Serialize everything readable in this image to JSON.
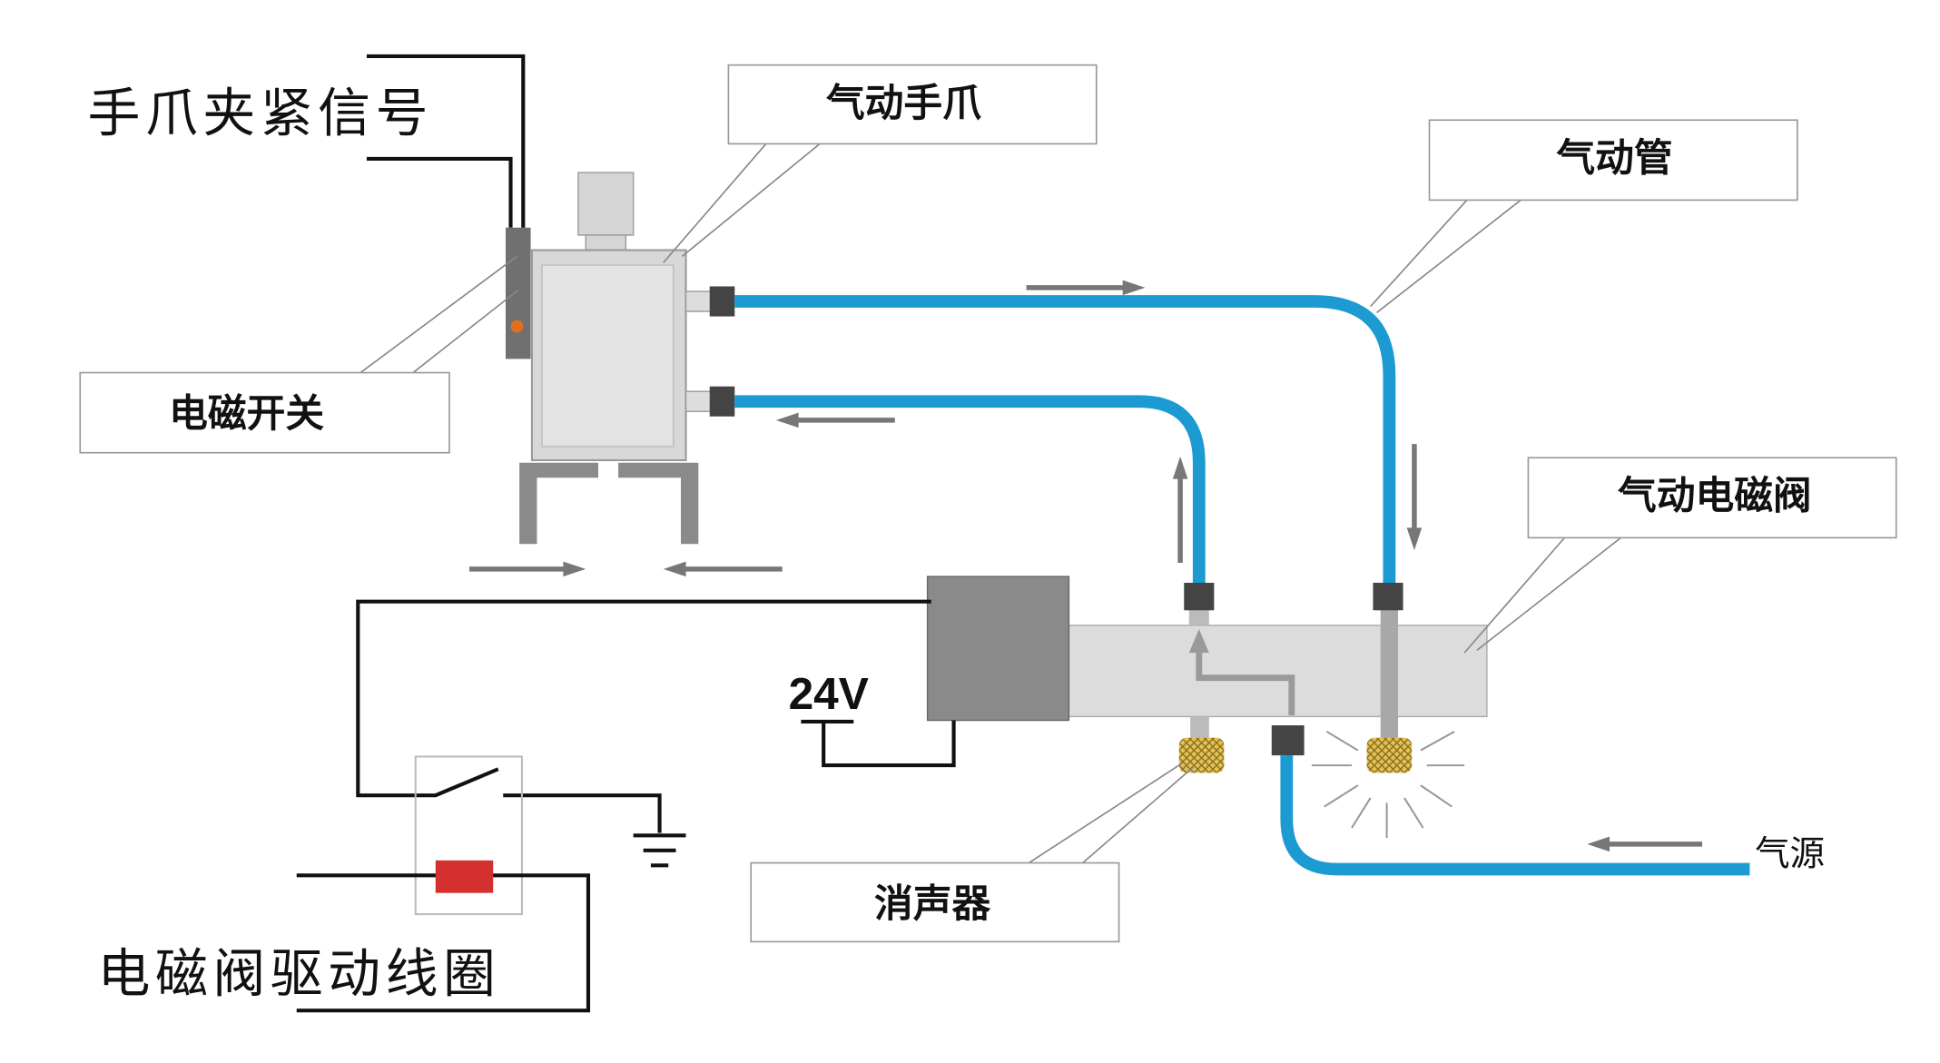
{
  "labels": {
    "clamp_signal": "手爪夹紧信号",
    "solenoid_coil": "电磁阀驱动线圈",
    "voltage": "24V",
    "air_source": "气源"
  },
  "callouts": {
    "gripper": "气动手爪",
    "air_tube": "气动管",
    "magnetic_switch": "电磁开关",
    "solenoid_valve": "气动电磁阀",
    "muffler": "消声器"
  },
  "colors": {
    "tube": "#1b9bd1",
    "coil_indicator": "#d43030",
    "sensor_led": "#e07020",
    "muffler": "#d8b84a"
  }
}
